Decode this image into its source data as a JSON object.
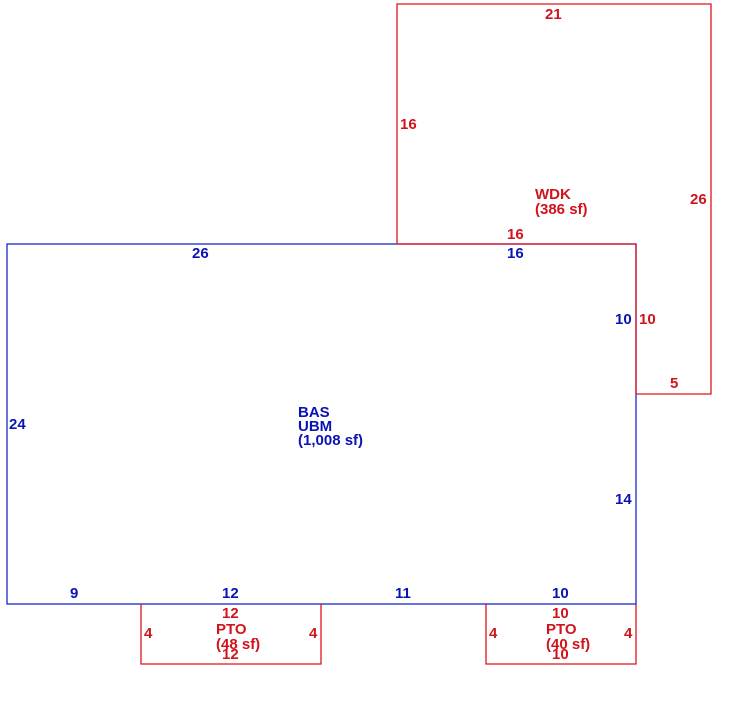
{
  "colors": {
    "main_structure": "#1a2ad0",
    "additions": "#e0141c"
  },
  "main": {
    "code": "BAS",
    "subcode": "UBM",
    "area": "(1,008 sf)",
    "dims": {
      "top_left": "26",
      "top_right": "16",
      "left": "24",
      "right_upper": "10",
      "right_lower": "14",
      "bottom_a": "9",
      "bottom_b": "12",
      "bottom_c": "11",
      "bottom_d": "10"
    }
  },
  "deck": {
    "code": "WDK",
    "area": "(386 sf)",
    "dims": {
      "top": "21",
      "left": "16",
      "right": "26",
      "bottom": "16",
      "inner": "10",
      "notch": "5"
    }
  },
  "patio_left": {
    "code": "PTO",
    "area": "(48 sf)",
    "dims": {
      "top": "12",
      "bottom": "12",
      "left": "4",
      "right": "4"
    }
  },
  "patio_right": {
    "code": "PTO",
    "area": "(40 sf)",
    "dims": {
      "top": "10",
      "bottom": "10",
      "left": "4",
      "right": "4"
    }
  }
}
